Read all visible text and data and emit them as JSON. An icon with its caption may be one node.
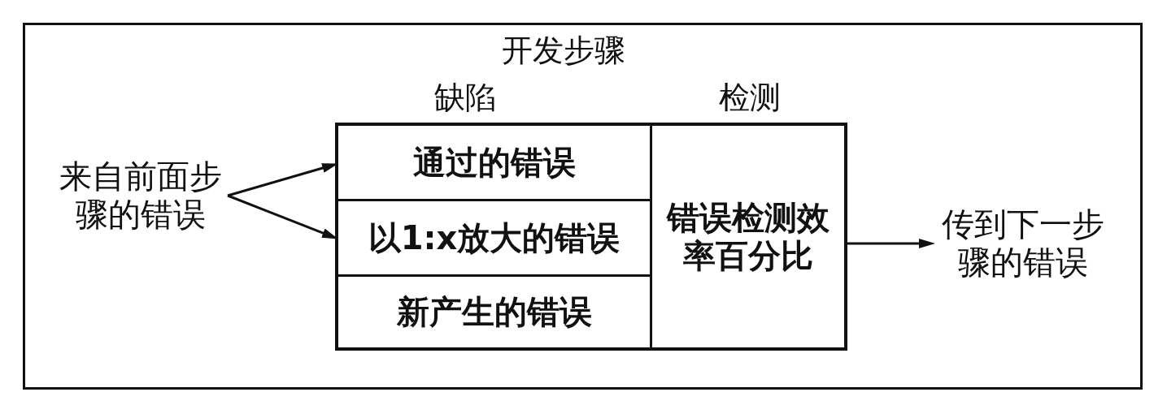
{
  "diagram": {
    "nodes": [
      {
        "text": [
          "开发步骤"
        ]
      },
      {
        "text": [
          "来自前面步骤的错误"
        ],
        "in": 0
      },
      {
        "text": [],
        "shape": "box",
        "in": 0
      },
      {
        "text": [
          "通过的错误"
        ],
        "in": 2
      },
      {
        "text": [
          "以1:x放大的错误"
        ],
        "in": 2
      },
      {
        "text": [
          "新产生的错误"
        ],
        "in": 2
      },
      {
        "text": [
          "错误检测效率百分比"
        ],
        "in": 2
      },
      {
        "text": [
          "传到下一步骤的错误"
        ],
        "in": 0
      }
    ],
    "edges": [
      {
        "from": 1,
        "to": 3,
        "arrow": "to"
      },
      {
        "from": 1,
        "to": 4,
        "arrow": "to"
      },
      {
        "from": 6,
        "to": 7,
        "arrow": "to"
      }
    ],
    "labels": [
      "缺陷",
      "检测"
    ]
  }
}
